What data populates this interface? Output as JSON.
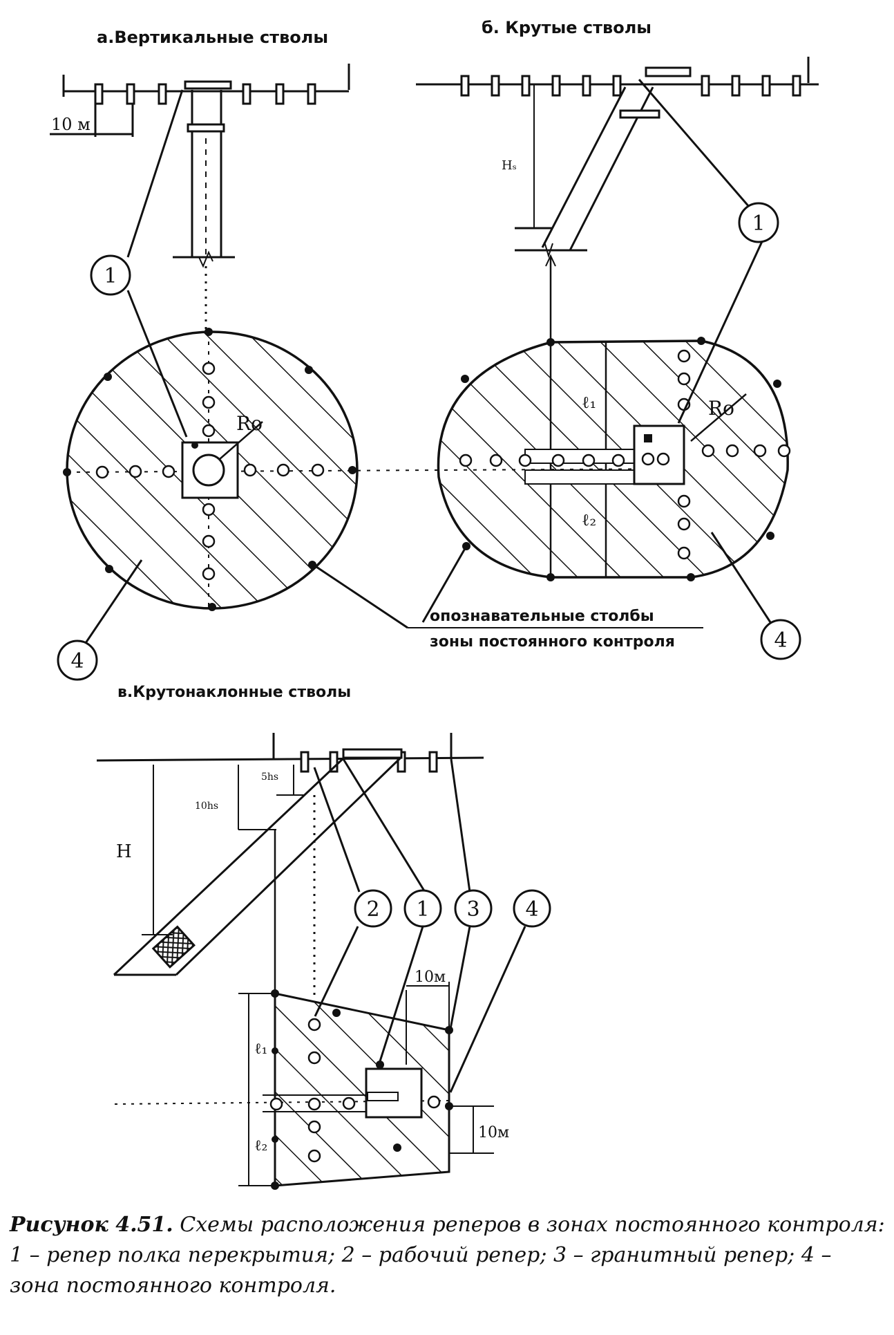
{
  "panels": {
    "a_title": "а.Вертикальные стволы",
    "b_title": "б. Крутые стволы",
    "v_title": "в.Крутонаклонные стволы"
  },
  "labels": {
    "dist_10m": "10 м",
    "dist_10m_short": "10м",
    "ro": "Ro",
    "h_short": "Hₛ",
    "h_letter": "H",
    "l_top": "ℓ₁",
    "l_bottom": "ℓ₂",
    "shs": "5hs",
    "tenhs": "10hs",
    "markers_line1": "опознавательные столбы",
    "markers_line2": "зоны постоянного контроля"
  },
  "callouts": [
    "1",
    "2",
    "3",
    "4"
  ],
  "caption": {
    "title": "Рисунок 4.51.",
    "text1": " Схемы расположения реперов в зонах постоянного контроля:",
    "text2": "1 – репер полка перекрытия;  2 – рабочий репер;  3 – гранитный репер; 4 –",
    "text3": "зона постоянного контроля."
  },
  "colors": {
    "ink": "#111111",
    "paper": "#ffffff"
  }
}
